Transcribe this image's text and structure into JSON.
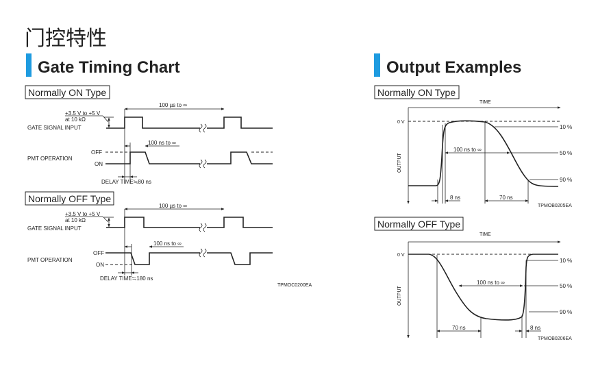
{
  "page_title": "门控特性",
  "accent_color": "#1e9be0",
  "gate_timing": {
    "heading": "Gate Timing Chart",
    "normally_on": {
      "label": "Normally ON Type",
      "period": "100 µs to ∞",
      "voltage": "+3.5 V to +5 V",
      "impedance": "at 10 kΩ",
      "gate_label": "GATE SIGNAL INPUT",
      "pmt_label": "PMT OPERATION",
      "off": "OFF",
      "on": "ON",
      "pulse": "100 ns to ∞",
      "delay": "DELAY TIME≒80 ns"
    },
    "normally_off": {
      "label": "Normally OFF Type",
      "period": "100 µs to ∞",
      "voltage": "+3.5 V to +5 V",
      "impedance": "at 10 kΩ",
      "gate_label": "GATE SIGNAL INPUT",
      "pmt_label": "PMT OPERATION",
      "off": "OFF",
      "on": "ON",
      "pulse": "100 ns to ∞",
      "delay": "DELAY TIME≒180 ns"
    },
    "code": "TPMOC0200EA"
  },
  "output_examples": {
    "heading": "Output Examples",
    "normally_on": {
      "label": "Normally ON Type",
      "time": "TIME",
      "output": "OUTPUT",
      "zero": "0 V",
      "p10": "10 %",
      "p50": "50 %",
      "p90": "90 %",
      "width": "100 ns to ∞",
      "rise": "8 ns",
      "fall": "70 ns",
      "code": "TPMOB0205EA"
    },
    "normally_off": {
      "label": "Normally OFF Type",
      "time": "TIME",
      "output": "OUTPUT",
      "zero": "0 V",
      "p10": "10 %",
      "p50": "50 %",
      "p90": "90 %",
      "width": "100 ns to ∞",
      "fall": "70 ns",
      "rise": "8 ns",
      "code": "TPMOB0206EA"
    }
  }
}
